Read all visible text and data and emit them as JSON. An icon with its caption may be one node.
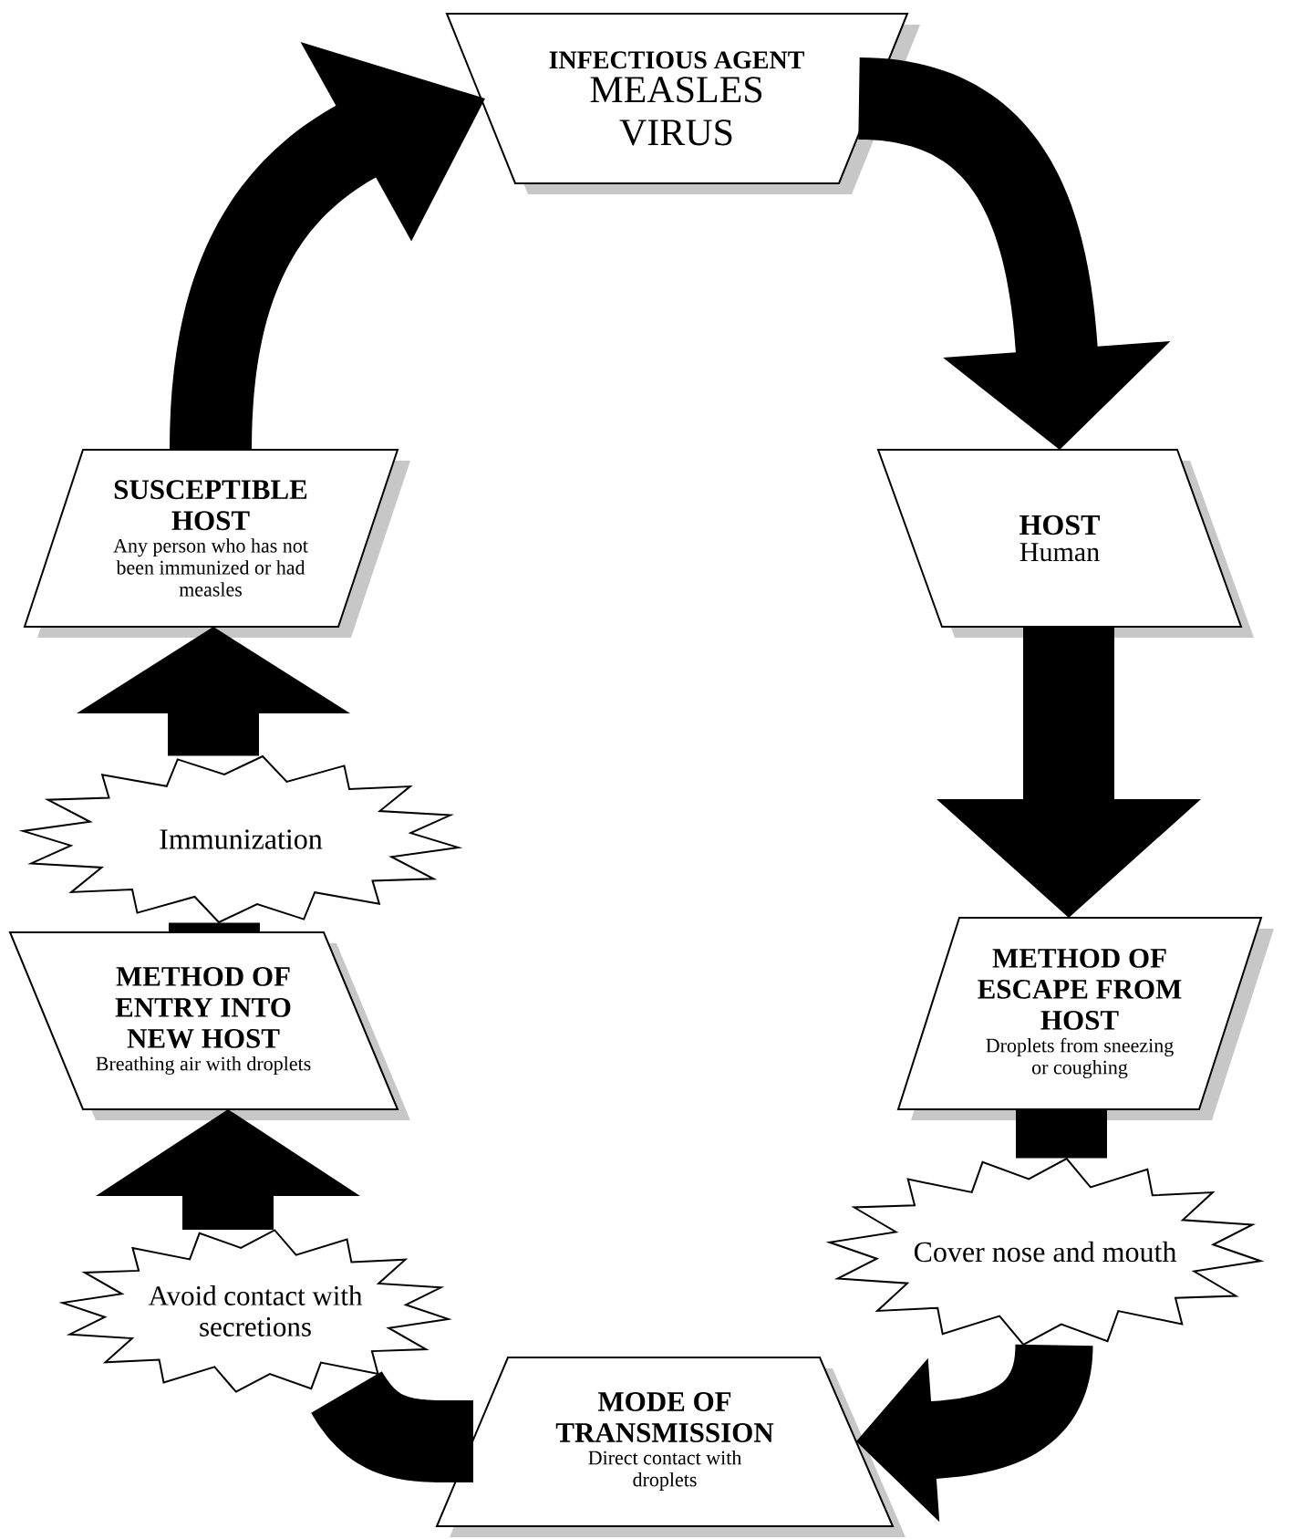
{
  "diagram": {
    "nodes": [
      {
        "text": [
          "INFECTIOUS AGENT",
          "MEASLES VIRUS"
        ]
      },
      {
        "text": [
          "HOST",
          "Human"
        ]
      },
      {
        "text": [
          "METHOD OF ESCAPE FROM HOST",
          "Droplets from sneezing or coughing"
        ]
      },
      {
        "text": [
          "Cover nose and mouth"
        ]
      },
      {
        "text": [
          "MODE OF TRANSMISSION",
          "Direct contact with droplets"
        ]
      },
      {
        "text": [
          "Avoid contact with secretions"
        ]
      },
      {
        "text": [
          "METHOD OF ENTRY INTO NEW HOST",
          "Breathing air with droplets"
        ]
      },
      {
        "text": [
          "Immunization"
        ]
      },
      {
        "text": [
          "SUSCEPTIBLE HOST",
          "Any person who has not been immunized or had measles"
        ]
      }
    ],
    "edges": [
      {
        "from": 0,
        "to": 1,
        "arrow": "to",
        "style": "thick"
      },
      {
        "from": 1,
        "to": 2,
        "arrow": "to",
        "style": "thick"
      },
      {
        "from": 2,
        "to": 3,
        "arrow": "none",
        "style": "thick"
      },
      {
        "from": 3,
        "to": 4,
        "arrow": "to",
        "style": "thick"
      },
      {
        "from": 4,
        "to": 5,
        "arrow": "none",
        "style": "thick"
      },
      {
        "from": 5,
        "to": 6,
        "arrow": "to",
        "style": "thick"
      },
      {
        "from": 6,
        "to": 7,
        "arrow": "none",
        "style": "thick"
      },
      {
        "from": 7,
        "to": 8,
        "arrow": "to",
        "style": "thick"
      },
      {
        "from": 8,
        "to": 0,
        "arrow": "to",
        "style": "thick"
      }
    ]
  }
}
